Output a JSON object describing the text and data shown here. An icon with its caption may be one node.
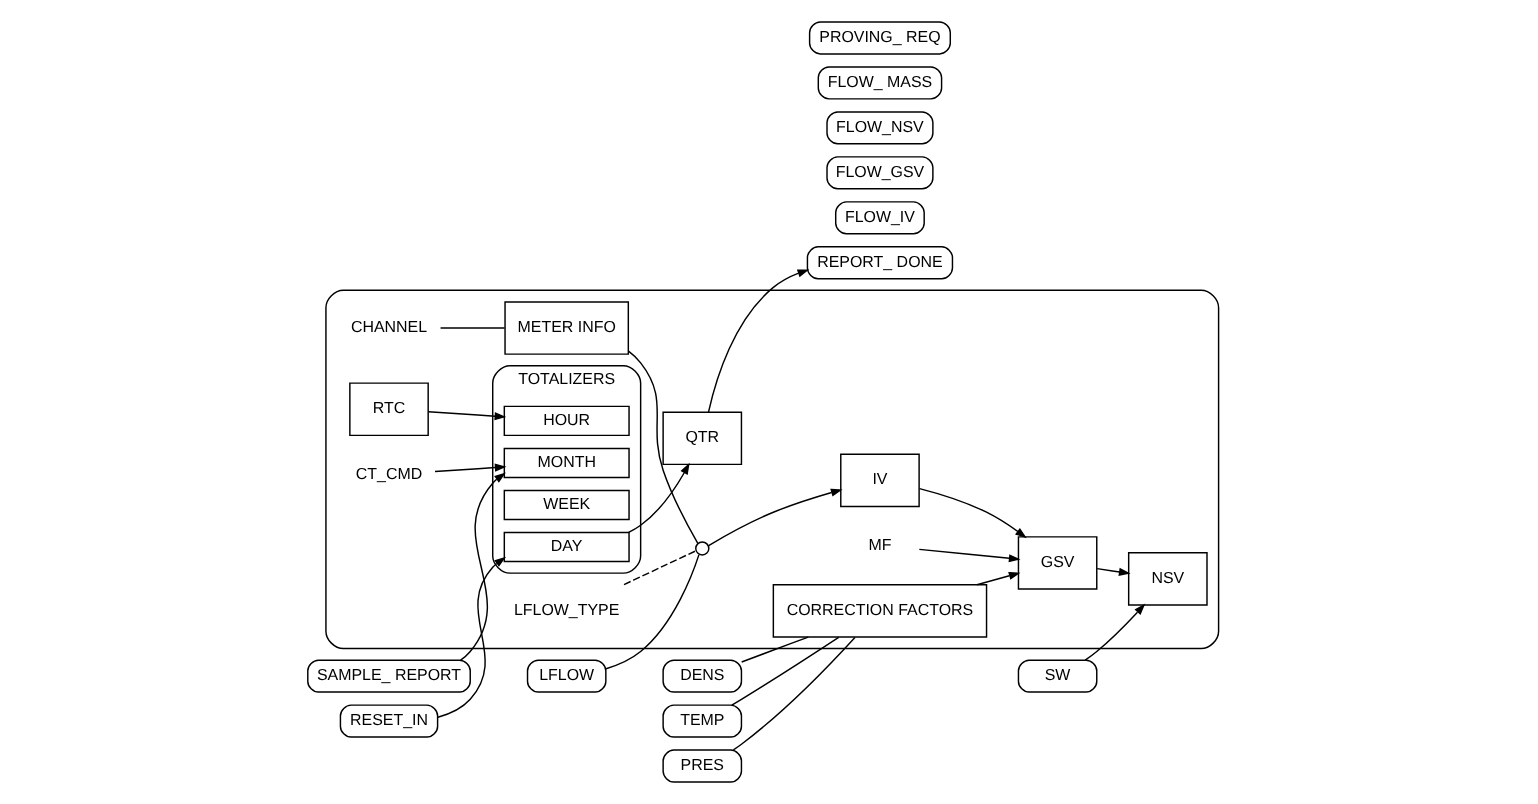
{
  "diagram": {
    "nodes": [
      {
        "text": [],
        "shape": "box"
      },
      {
        "text": [
          "CHANNEL"
        ],
        "in": 0
      },
      {
        "text": [
          "METER INFO"
        ],
        "in": 0
      },
      {
        "text": [],
        "shape": "switch",
        "in": 0
      },
      {
        "text": [
          "LFLOW_TYPE"
        ],
        "in": 0
      },
      {
        "text": [
          "IV"
        ],
        "in": 0
      },
      {
        "text": [
          "GSV"
        ],
        "in": 0
      },
      {
        "text": [
          "MF"
        ],
        "in": 0
      },
      {
        "text": [
          "NSV"
        ],
        "in": 0
      },
      {
        "text": [
          "CORRECTION FACTORS"
        ],
        "in": 0
      },
      {
        "text": [
          "TOTALIZERS"
        ],
        "in": 0
      },
      {
        "text": [
          "RTC"
        ],
        "in": 0
      },
      {
        "text": [
          "HOUR"
        ],
        "in": 10
      },
      {
        "text": [
          "DAY"
        ],
        "in": 10
      },
      {
        "text": [
          "WEEK"
        ],
        "in": 10
      },
      {
        "text": [
          "MONTH"
        ],
        "in": 10
      },
      {
        "text": [
          "CT_CMD"
        ],
        "in": 0
      },
      {
        "text": [
          "QTR"
        ],
        "in": 0
      },
      {
        "text": [
          "LFLOW"
        ]
      },
      {
        "text": [
          "TEMP"
        ]
      },
      {
        "text": [
          "PRES"
        ]
      },
      {
        "text": [
          "DENS"
        ]
      },
      {
        "text": [
          "SW"
        ]
      },
      {
        "text": [
          "RESET_IN"
        ]
      },
      {
        "text": [
          "SAMPLE_ REPORT"
        ]
      },
      {
        "text": [
          "FLOW_IV"
        ]
      },
      {
        "text": [
          "FLOW_GSV"
        ]
      },
      {
        "text": [
          "FLOW_NSV"
        ]
      },
      {
        "text": [
          "FLOW_ MASS"
        ]
      },
      {
        "text": [
          "REPORT_ DONE"
        ]
      },
      {
        "text": [
          "PROVING_ REQ"
        ]
      }
    ],
    "edges": [
      {
        "from": 1,
        "to": 2,
        "arrow": "none"
      },
      {
        "from": 2,
        "to": 3,
        "arrow": "none"
      },
      {
        "from": 18,
        "to": 3,
        "arrow": "none"
      },
      {
        "from": 4,
        "to": 3,
        "arrow": "none",
        "style": "dashed"
      },
      {
        "from": 3,
        "to": 5,
        "arrow": "to"
      },
      {
        "from": 5,
        "to": 6,
        "arrow": "to"
      },
      {
        "from": 7,
        "to": 6,
        "arrow": "to"
      },
      {
        "from": 6,
        "to": 8,
        "arrow": "to"
      },
      {
        "from": 19,
        "to": 9,
        "arrow": "none"
      },
      {
        "from": 20,
        "to": 9,
        "arrow": "none"
      },
      {
        "from": 21,
        "to": 9,
        "arrow": "none"
      },
      {
        "from": 9,
        "to": 6,
        "arrow": "to"
      },
      {
        "from": 22,
        "to": 8,
        "arrow": "to"
      },
      {
        "from": 11,
        "to": 12,
        "arrow": "to"
      },
      {
        "from": 23,
        "to": 13,
        "arrow": "to"
      },
      {
        "from": 13,
        "to": 17,
        "arrow": "to"
      },
      {
        "from": 24,
        "to": 15,
        "arrow": "to"
      },
      {
        "from": 16,
        "to": 15,
        "arrow": "to"
      },
      {
        "from": 17,
        "to": 29,
        "arrow": "to"
      }
    ]
  }
}
